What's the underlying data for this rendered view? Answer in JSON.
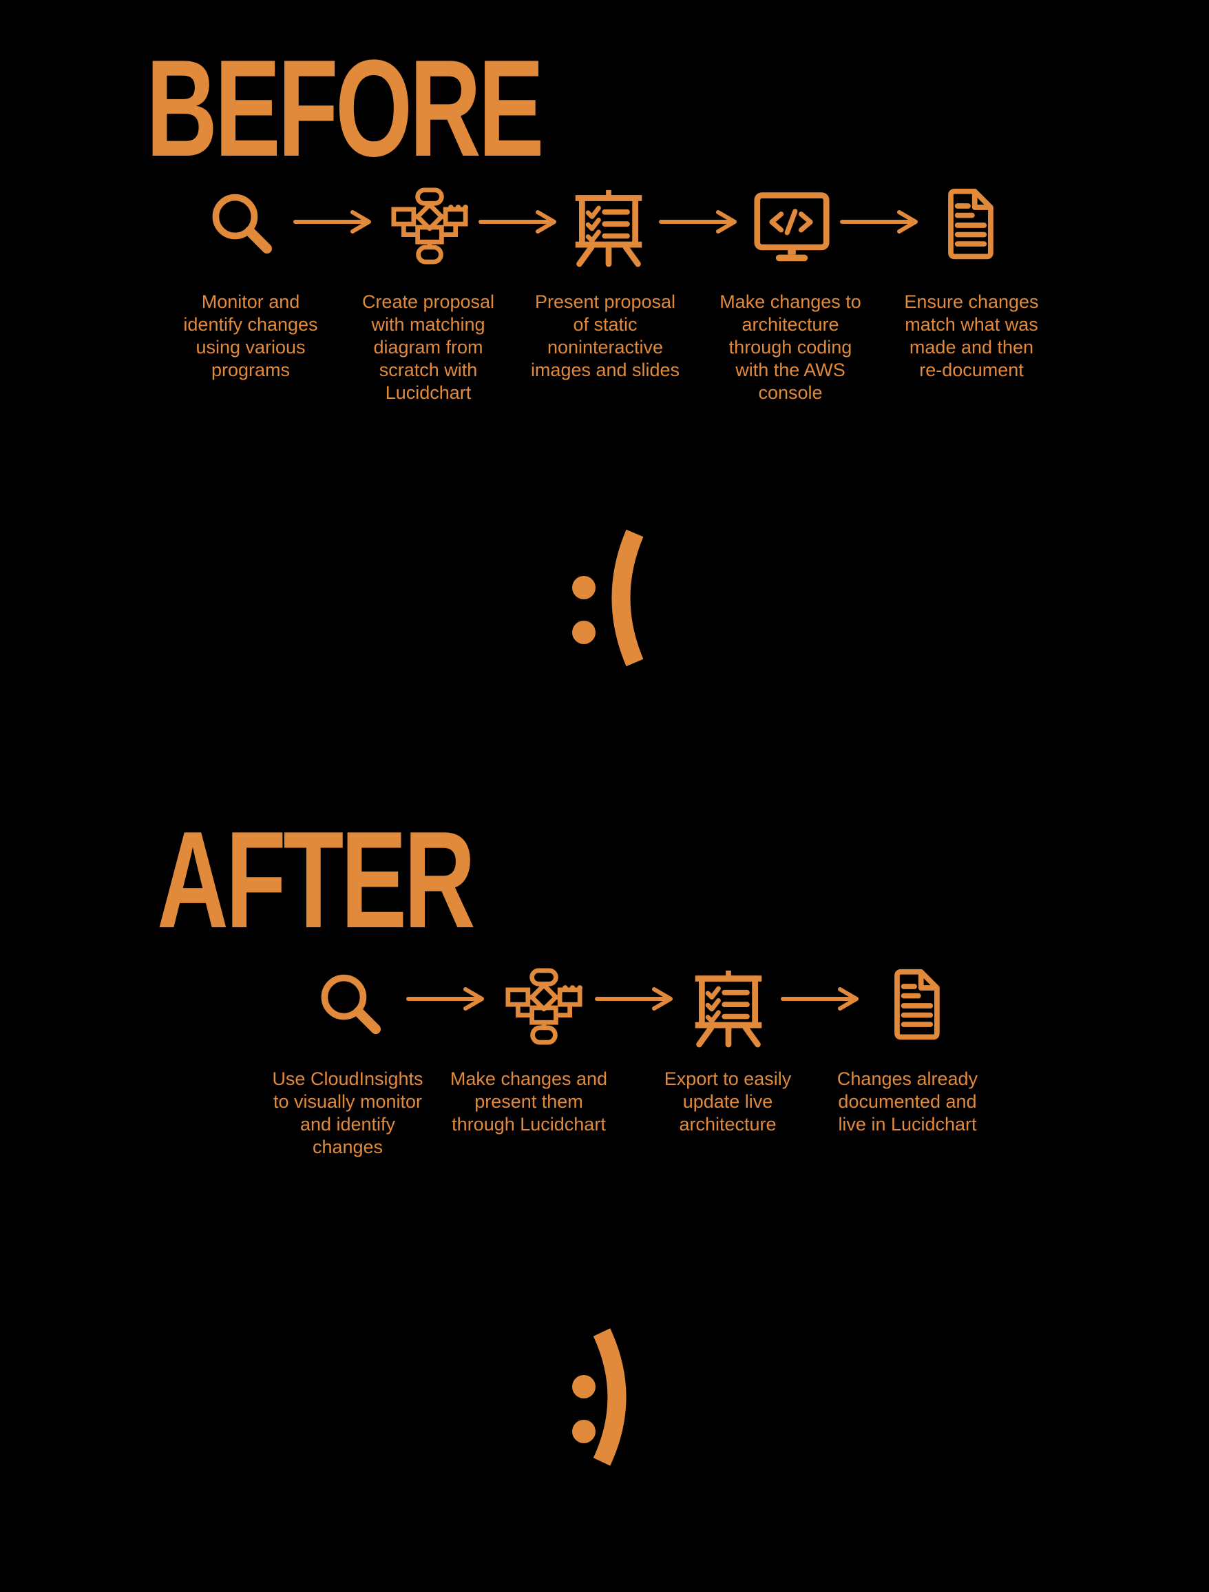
{
  "meta": {
    "accent_color": "#E18A3B",
    "background_color": "#000000"
  },
  "before": {
    "title": "BEFORE",
    "emoticon": ":(",
    "steps": [
      {
        "icon": "magnifying-glass-icon",
        "caption": "Monitor and\nidentify changes\nusing various\nprograms"
      },
      {
        "icon": "flowchart-diagram-icon",
        "caption": "Create proposal\nwith matching\ndiagram from\nscratch with\nLucidchart"
      },
      {
        "icon": "presentation-easel-icon",
        "caption": "Present proposal\nof static\nnoninteractive\nimages and slides"
      },
      {
        "icon": "code-monitor-icon",
        "caption": "Make changes to\narchitecture\nthrough coding\nwith the AWS\nconsole"
      },
      {
        "icon": "document-icon",
        "caption": "Ensure changes\nmatch what was\nmade and then\nre-document"
      }
    ]
  },
  "after": {
    "title": "AFTER",
    "emoticon": ":)",
    "steps": [
      {
        "icon": "magnifying-glass-icon",
        "caption": "Use CloudInsights\nto visually monitor\nand identify\nchanges"
      },
      {
        "icon": "flowchart-diagram-icon",
        "caption": "Make changes and\npresent them\nthrough Lucidchart"
      },
      {
        "icon": "presentation-easel-icon",
        "caption": "Export to easily\nupdate live\narchitecture"
      },
      {
        "icon": "document-icon",
        "caption": "Changes already\ndocumented and\nlive in Lucidchart"
      }
    ]
  }
}
